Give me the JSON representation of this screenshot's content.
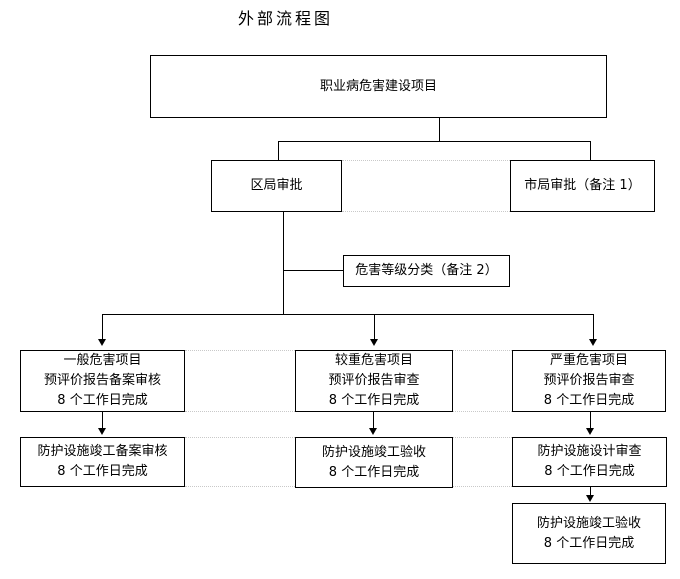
{
  "title": "外部流程图",
  "colors": {
    "background": "#ffffff",
    "line": "#000000",
    "faint_grid_line": "#c9c9c9",
    "text": "#000000"
  },
  "nodes": {
    "project": {
      "label": "职业病危害建设项目"
    },
    "district_approval": {
      "label": "区局审批"
    },
    "city_approval": {
      "label": "市局审批（备注 1）"
    },
    "hazard_classification": {
      "label": "危害等级分类（备注 2）"
    },
    "general_project": {
      "lines": [
        "一般危害项目",
        "预评价报告备案审核",
        "8 个工作日完成"
      ]
    },
    "moderate_project": {
      "lines": [
        "较重危害项目",
        "预评价报告审查",
        "8 个工作日完成"
      ]
    },
    "severe_project": {
      "lines": [
        "严重危害项目",
        "预评价报告审查",
        "8 个工作日完成"
      ]
    },
    "general_completion_filing": {
      "lines": [
        "防护设施竣工备案审核",
        "8 个工作日完成"
      ]
    },
    "moderate_completion_acceptance": {
      "lines": [
        "防护设施竣工验收",
        "8 个工作日完成"
      ]
    },
    "severe_design_review": {
      "lines": [
        "防护设施设计审查",
        "8 个工作日完成"
      ]
    },
    "severe_completion_acceptance": {
      "lines": [
        "防护设施竣工验收",
        "8 个工作日完成"
      ]
    }
  }
}
